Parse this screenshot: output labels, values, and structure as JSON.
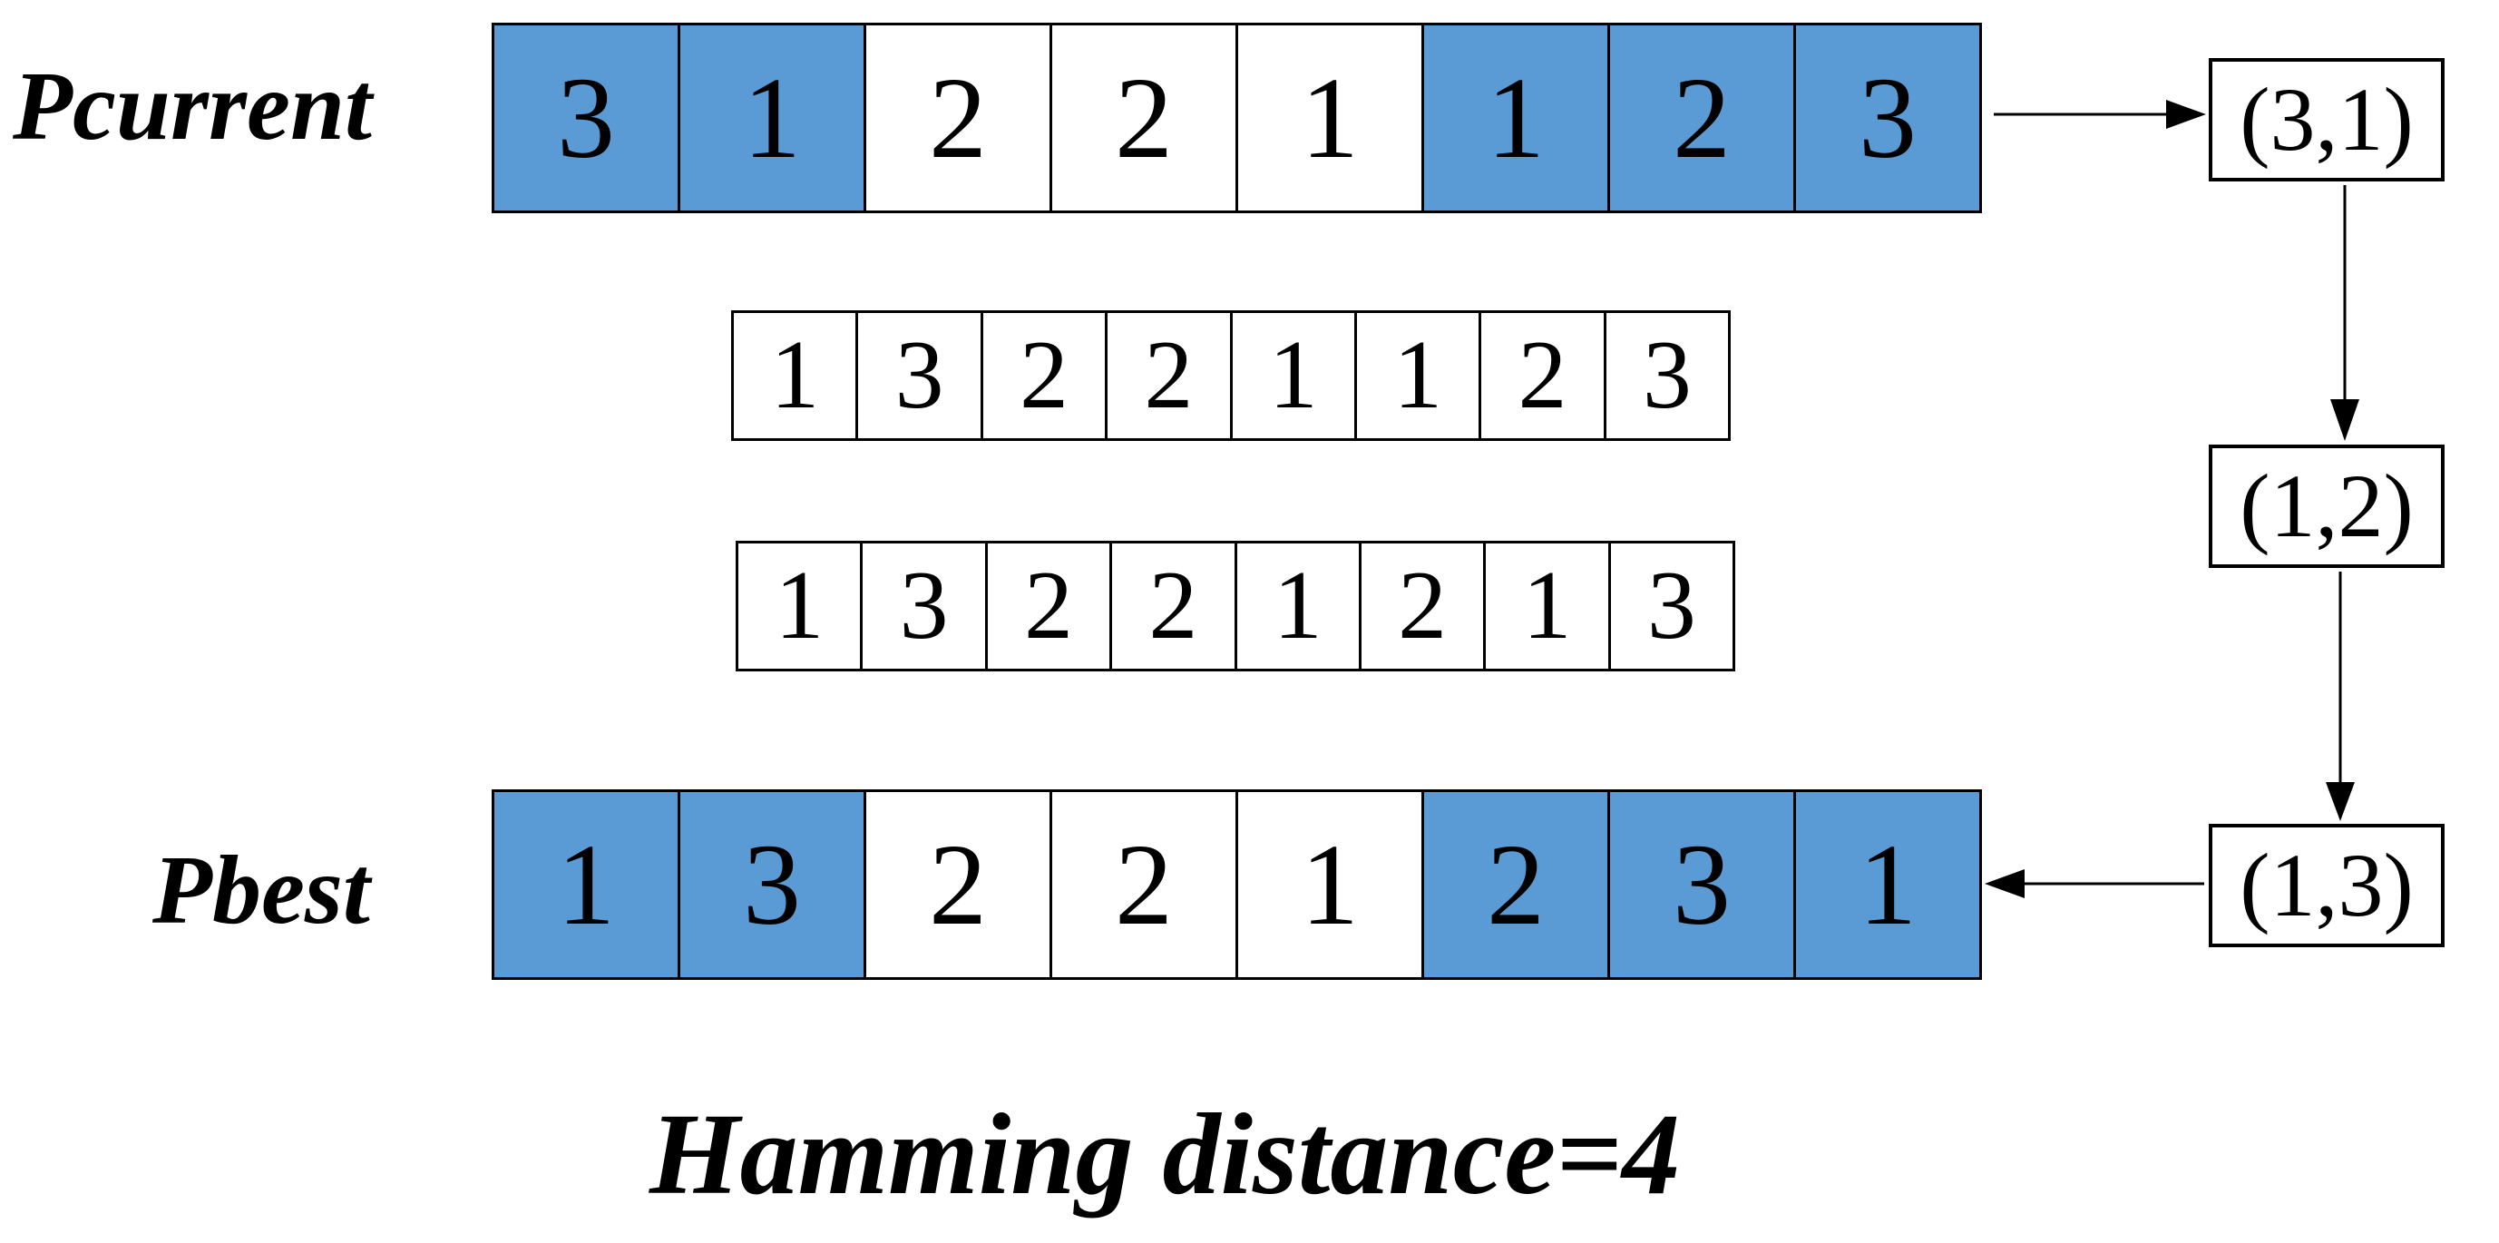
{
  "labels": {
    "current": "Pcurrent",
    "best": "Pbest",
    "caption": "Hamming distance=4"
  },
  "colors": {
    "highlight": "#5B9BD5",
    "plain": "#FFFFFF",
    "line": "#000000"
  },
  "sequences": {
    "current": [
      {
        "value": "3",
        "highlighted": true
      },
      {
        "value": "1",
        "highlighted": true
      },
      {
        "value": "2",
        "highlighted": false
      },
      {
        "value": "2",
        "highlighted": false
      },
      {
        "value": "1",
        "highlighted": false
      },
      {
        "value": "1",
        "highlighted": true
      },
      {
        "value": "2",
        "highlighted": true
      },
      {
        "value": "3",
        "highlighted": true
      }
    ],
    "step1": [
      {
        "value": "1",
        "highlighted": false
      },
      {
        "value": "3",
        "highlighted": false
      },
      {
        "value": "2",
        "highlighted": false
      },
      {
        "value": "2",
        "highlighted": false
      },
      {
        "value": "1",
        "highlighted": false
      },
      {
        "value": "1",
        "highlighted": false
      },
      {
        "value": "2",
        "highlighted": false
      },
      {
        "value": "3",
        "highlighted": false
      }
    ],
    "step2": [
      {
        "value": "1",
        "highlighted": false
      },
      {
        "value": "3",
        "highlighted": false
      },
      {
        "value": "2",
        "highlighted": false
      },
      {
        "value": "2",
        "highlighted": false
      },
      {
        "value": "1",
        "highlighted": false
      },
      {
        "value": "2",
        "highlighted": false
      },
      {
        "value": "1",
        "highlighted": false
      },
      {
        "value": "3",
        "highlighted": false
      }
    ],
    "best": [
      {
        "value": "1",
        "highlighted": true
      },
      {
        "value": "3",
        "highlighted": true
      },
      {
        "value": "2",
        "highlighted": false
      },
      {
        "value": "2",
        "highlighted": false
      },
      {
        "value": "1",
        "highlighted": false
      },
      {
        "value": "2",
        "highlighted": true
      },
      {
        "value": "3",
        "highlighted": true
      },
      {
        "value": "1",
        "highlighted": true
      }
    ]
  },
  "swaps": [
    "(3,1)",
    "(1,2)",
    "(1,3)"
  ]
}
